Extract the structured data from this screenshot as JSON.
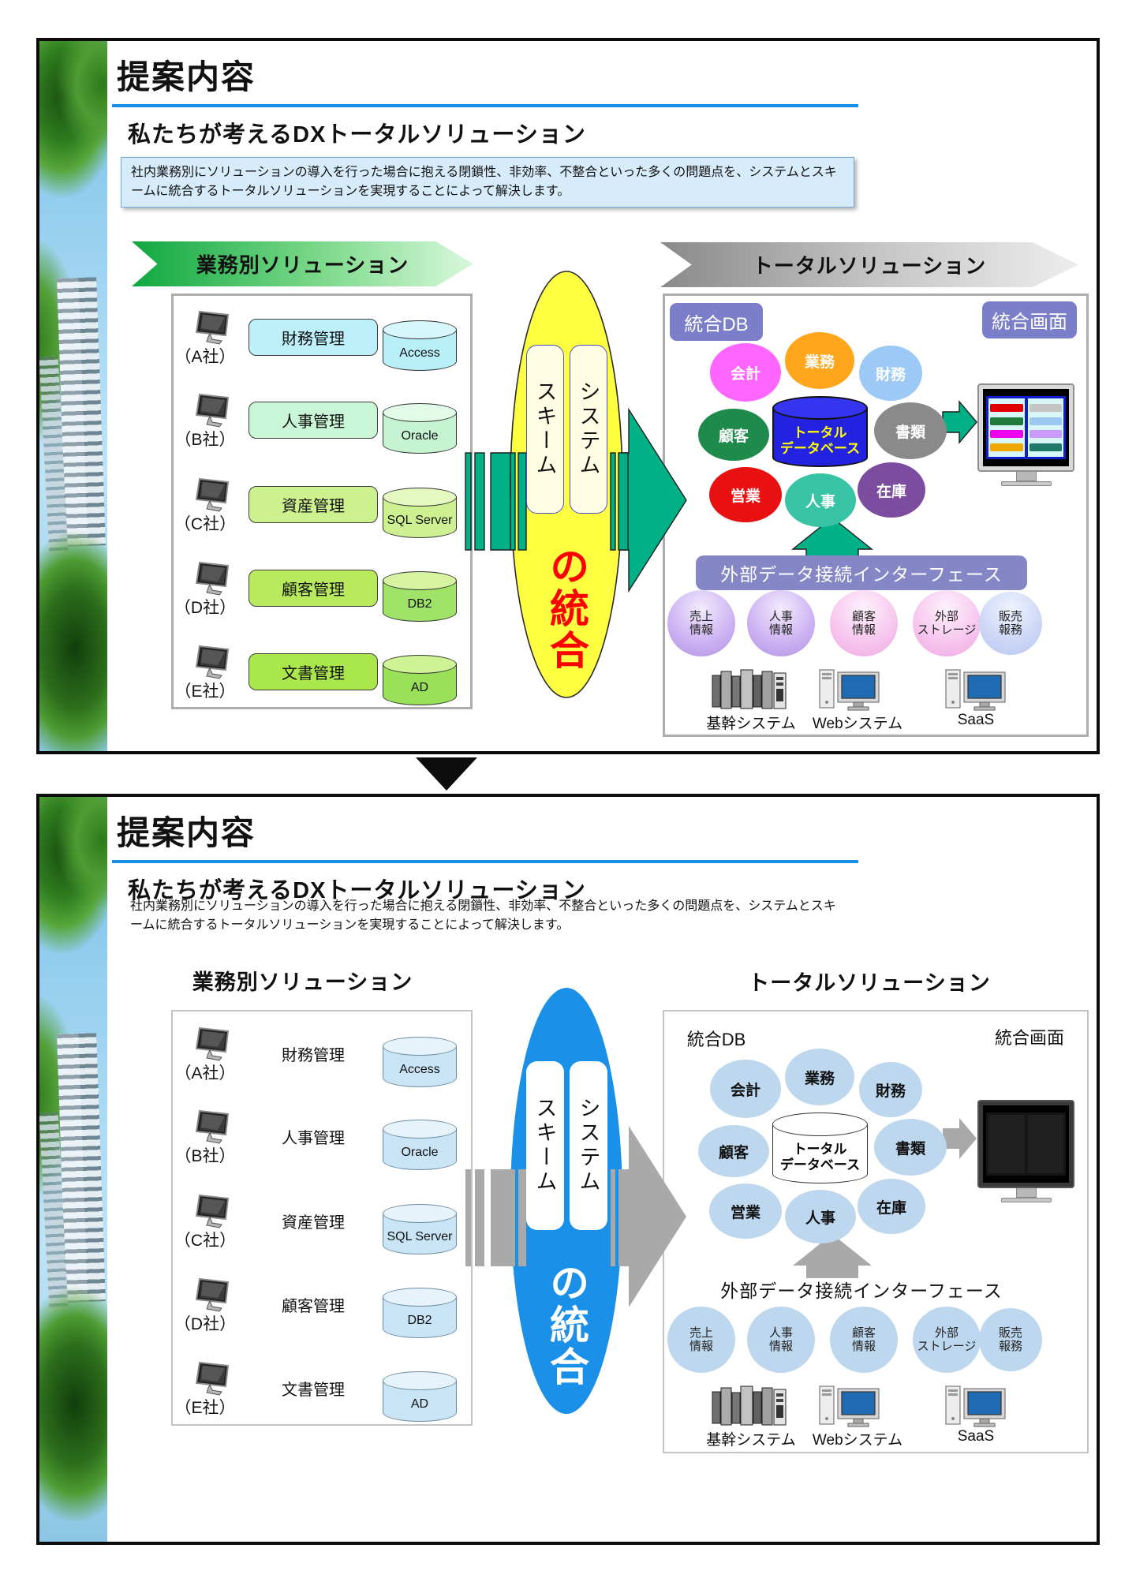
{
  "slide": {
    "title": "提案内容",
    "subtitle": "私たちが考えるDXトータルソリューション",
    "description": "社内業務別にソリューションの導入を行った場合に抱える閉鎖性、非効率、不整合といった多くの問題点を、システムとスキームに統合するトータルソリューションを実現することによって解決します。",
    "left_section": {
      "banner": "業務別ソリューション",
      "rows": [
        {
          "company": "（A社）",
          "system": "財務管理",
          "db": "Access"
        },
        {
          "company": "（B社）",
          "system": "人事管理",
          "db": "Oracle"
        },
        {
          "company": "（C社）",
          "system": "資産管理",
          "db": "SQL Server"
        },
        {
          "company": "（D社）",
          "system": "顧客管理",
          "db": "DB2"
        },
        {
          "company": "（E社）",
          "system": "文書管理",
          "db": "AD"
        }
      ]
    },
    "center": {
      "scheme_label": "スキーム",
      "system_label": "システム",
      "integration_label": "の統合"
    },
    "right_section": {
      "banner": "トータルソリューション",
      "db_badge": "統合DB",
      "screen_badge": "統合画面",
      "db_circles": [
        "会計",
        "業務",
        "財務",
        "顧客",
        "書類",
        "営業",
        "人事",
        "在庫"
      ],
      "total_db": {
        "line1": "トータル",
        "line2": "データベース"
      },
      "interface_banner": "外部データ接続インターフェース",
      "external_nodes": [
        {
          "line1": "売上",
          "line2": "情報"
        },
        {
          "line1": "人事",
          "line2": "情報"
        },
        {
          "line1": "顧客",
          "line2": "情報"
        },
        {
          "line1": "外部",
          "line2": "ストレージ"
        },
        {
          "line1": "販売",
          "line2": "報務"
        }
      ],
      "system_labels": [
        "基幹システム",
        "Webシステム",
        "SaaS"
      ]
    },
    "colors": {
      "accent_blue_rule": "#1791E6",
      "description_box_bg": "#D7ECFB",
      "green_banner": "#0FA840",
      "gray_banner": "#8A8A8A",
      "teal_arrow": "#00B187",
      "gray_arrow": "#A9A9A9",
      "yellow_ellipse": "#FFFF42",
      "blue_ellipse": "#1B90E8",
      "integration_text_red": "#FF0000",
      "purple_badge": "#7B7EC8",
      "interface_banner_purple": "#8486C6",
      "total_db_blue": "#2222E0",
      "total_db_text_yellow": "#FFFF00",
      "plain_circle_blue": "#BDD7EE",
      "circle_kaikei": "#FF66FF",
      "circle_gyomu": "#FFA61C",
      "circle_zaimu": "#9CC9F5",
      "circle_kokyaku": "#1E8B4D",
      "circle_shorui": "#8A8A8A",
      "circle_eigyo": "#E81010",
      "circle_jinji": "#37C3A4",
      "circle_zaiko": "#7C4D9E"
    }
  }
}
